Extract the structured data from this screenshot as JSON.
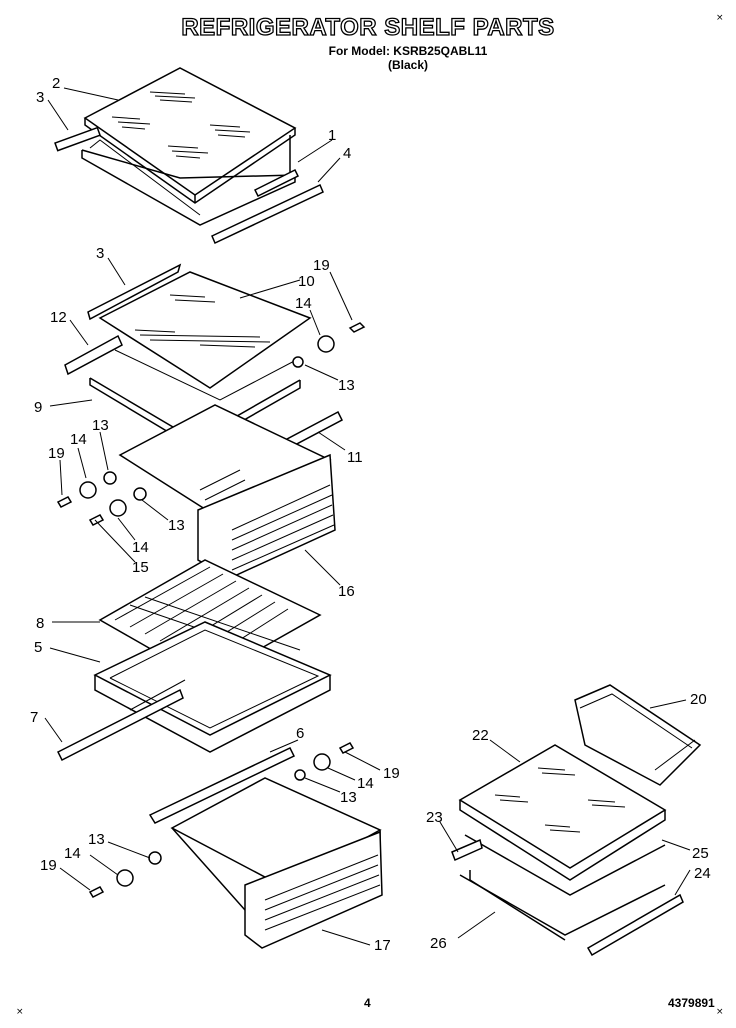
{
  "title": "REFRIGERATOR SHELF PARTS",
  "subtitle_line1": "For Model: KSRB25QABL11",
  "subtitle_line2": "(Black)",
  "page_number": "4",
  "document_number": "4379891",
  "part_numbers": [
    "1",
    "2",
    "3",
    "4",
    "3",
    "10",
    "19",
    "12",
    "14",
    "13",
    "9",
    "13",
    "11",
    "14",
    "19",
    "13",
    "14",
    "15",
    "16",
    "8",
    "5",
    "20",
    "7",
    "6",
    "19",
    "22",
    "14",
    "13",
    "23",
    "25",
    "13",
    "14",
    "24",
    "19",
    "26",
    "17"
  ]
}
